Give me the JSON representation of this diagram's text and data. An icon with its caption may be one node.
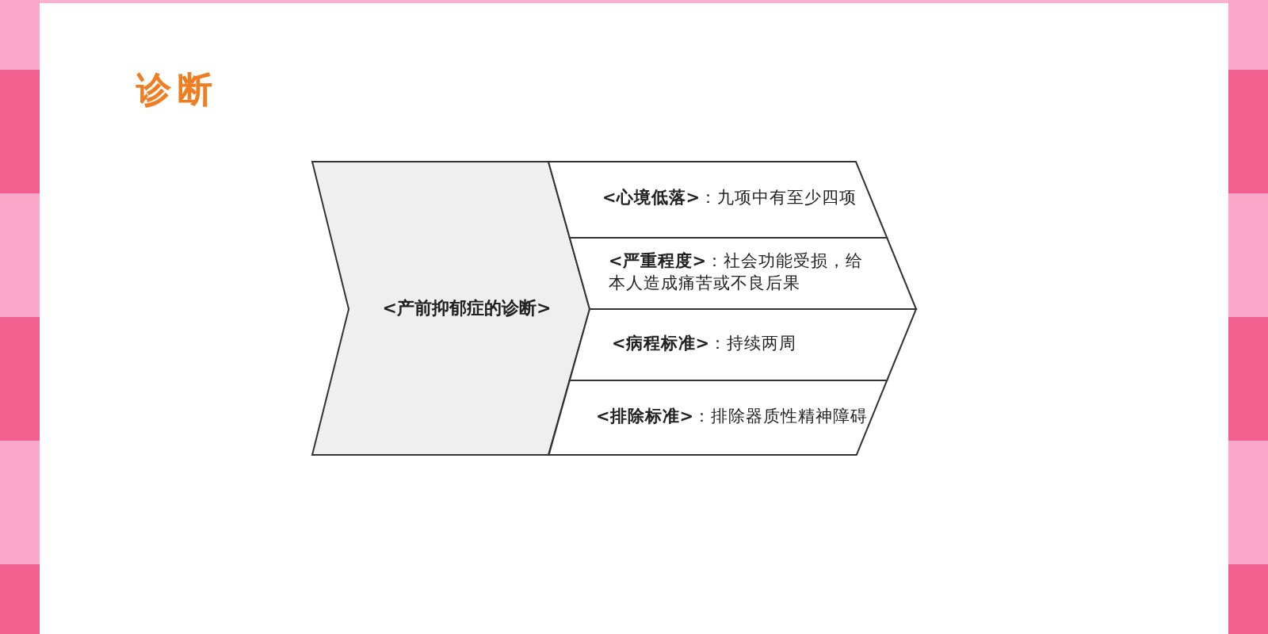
{
  "diagram": {
    "title": "诊断",
    "nodes": [
      {
        "text": [
          "<产前抑郁症的诊断>"
        ]
      },
      {
        "text": [
          "**<心境低落>**：九项中有至少四项"
        ]
      },
      {
        "text": [
          "**<严重程度>**：社会功能受损，给本人造成痛苦或不良后果"
        ]
      },
      {
        "text": [
          "**<病程标准>**：持续两周"
        ]
      },
      {
        "text": [
          "**<排除标准>**：排除器质性精神障碍"
        ]
      }
    ]
  }
}
